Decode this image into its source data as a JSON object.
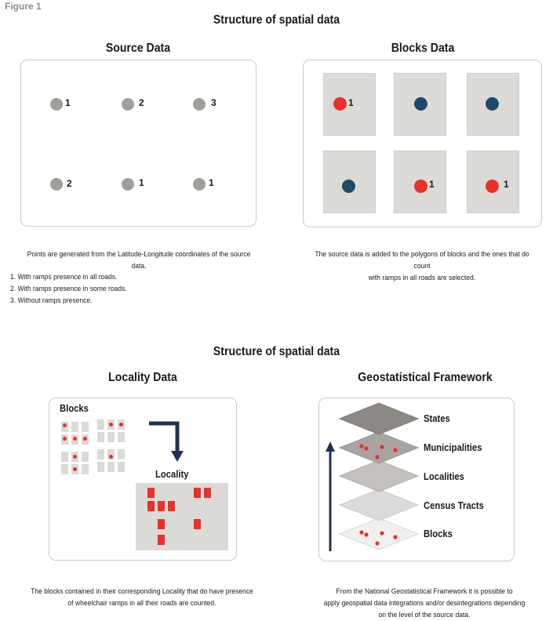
{
  "figure_label": "Figure 1",
  "section_top": {
    "title": "Structure of spatial data",
    "source": {
      "title": "Source Data",
      "points": [
        {
          "label": "1"
        },
        {
          "label": "2"
        },
        {
          "label": "3"
        },
        {
          "label": "2"
        },
        {
          "label": "1"
        },
        {
          "label": "1"
        }
      ],
      "caption": "Points are generated from the Latitude-Longitude coordinates of the source data.",
      "legend": [
        "1.  With ramps presence in all roads.",
        "2.  With ramps presence in some roads.",
        "3.  Without ramps presence."
      ]
    },
    "blocks": {
      "title": "Blocks  Data",
      "cells": [
        {
          "color": "#e8312a",
          "label": "1"
        },
        {
          "color": "#1e4a68",
          "label": ""
        },
        {
          "color": "#1e4a68",
          "label": ""
        },
        {
          "color": "#1e4a68",
          "label": ""
        },
        {
          "color": "#e8312a",
          "label": "1"
        },
        {
          "color": "#e8312a",
          "label": "1"
        }
      ],
      "caption_line1": "The source data is added to the polygons of blocks and the ones that do count",
      "caption_line2": "with ramps in all roads are selected."
    }
  },
  "section_bottom": {
    "title": "Structure of spatial data",
    "locality": {
      "title": "Locality Data",
      "blocks_label": "Blocks",
      "locality_label": "Locality",
      "caption_line1": "The blocks contained in their corresponding Locality that do have presence",
      "caption_line2": "of wheelchair ramps in all their roads are counted."
    },
    "geo": {
      "title": "Geostatistical Framework",
      "layers": [
        "States",
        "Municipalities",
        "Localities",
        "Census Tracts",
        "Blocks"
      ],
      "caption_line1": "From the National Geostatistical Framework it is possible to",
      "caption_line2": "apply geospatial data integrations and/or desintegrations depending",
      "caption_line3": "on the level of the source data."
    }
  },
  "colors": {
    "red": "#e8312a",
    "navy": "#1e4a68",
    "gray_point": "#a29e99",
    "block_fill": "#dcdad7"
  }
}
